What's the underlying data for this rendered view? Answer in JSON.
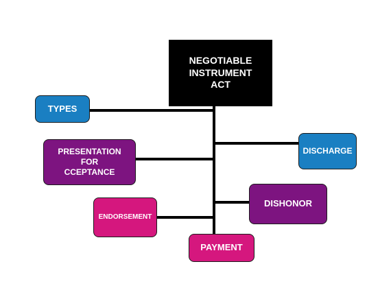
{
  "colors": {
    "root": "#000000",
    "blue": "#1a7fc2",
    "purple": "#7d1480",
    "magenta": "#d5177e",
    "line": "#000000"
  },
  "diagram": {
    "root": {
      "label": "NEGOTIABLE\nINSTRUMENT\nACT"
    },
    "nodes": [
      {
        "id": "types",
        "label": "TYPES",
        "color": "blue"
      },
      {
        "id": "presentation",
        "label": "PRESENTATION\nFOR\nCCEPTANCE",
        "color": "purple"
      },
      {
        "id": "endorsement",
        "label": "ENDORSEMENT",
        "color": "magenta"
      },
      {
        "id": "payment",
        "label": "PAYMENT",
        "color": "magenta"
      },
      {
        "id": "discharge",
        "label": "DISCHARGE",
        "color": "blue"
      },
      {
        "id": "dishonor",
        "label": "DISHONOR",
        "color": "purple"
      }
    ]
  }
}
